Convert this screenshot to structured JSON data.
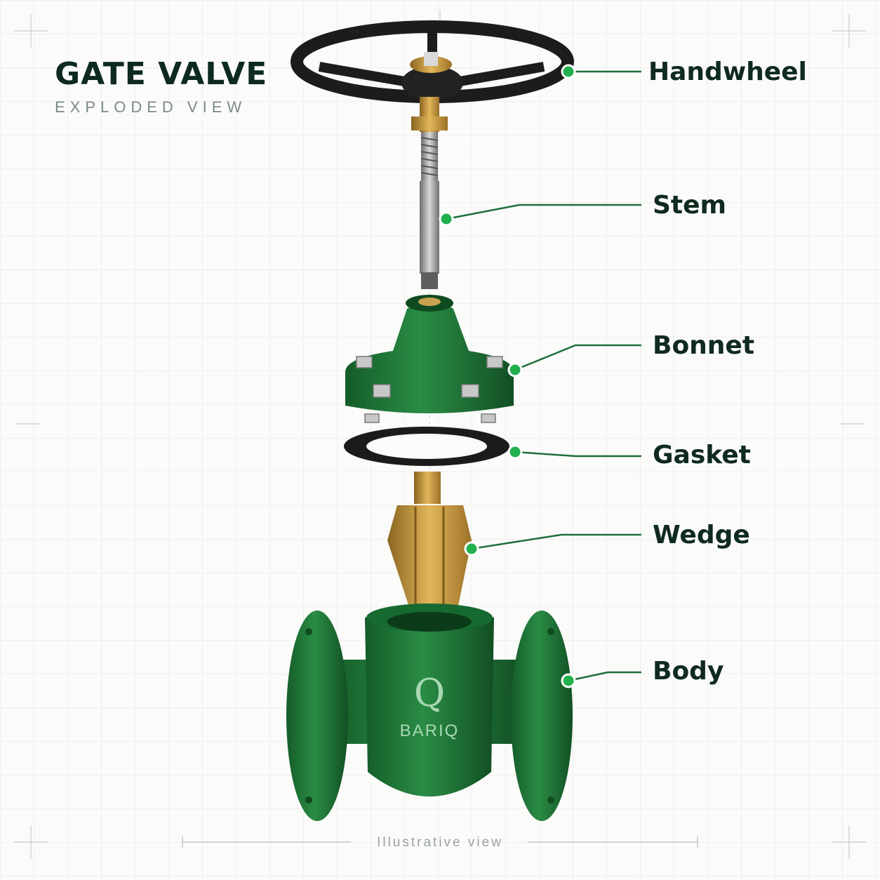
{
  "header": {
    "title": "GATE VALVE",
    "subtitle": "EXPLODED VIEW"
  },
  "parts": [
    {
      "name": "handwheel",
      "label": "Handwheel"
    },
    {
      "name": "stem",
      "label": "Stem"
    },
    {
      "name": "bonnet",
      "label": "Bonnet"
    },
    {
      "name": "gasket",
      "label": "Gasket"
    },
    {
      "name": "wedge",
      "label": "Wedge"
    },
    {
      "name": "body",
      "label": "Body"
    }
  ],
  "brand": {
    "text": "BARIQ",
    "logo_letter": "Q"
  },
  "footer": {
    "caption": "Illustrative view"
  },
  "colors": {
    "accent": "#22b04f",
    "valve_green": "#1e7a3a",
    "brass": "#c99a3c",
    "wheel": "#1a1a1a"
  }
}
